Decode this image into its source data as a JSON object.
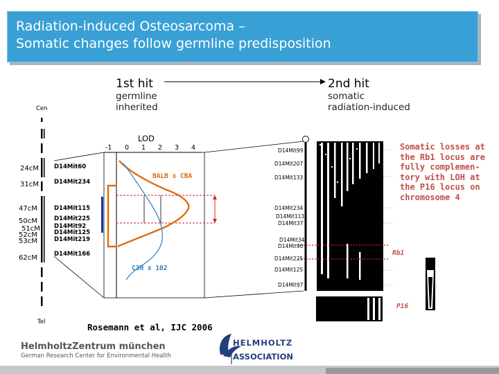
{
  "title": {
    "line1": "Radiation-induced Osteosarcoma –",
    "line2": "Somatic changes follow germline predisposition"
  },
  "first_hit": {
    "heading": "1st hit",
    "line1": "germline",
    "line2": "inherited"
  },
  "second_hit": {
    "heading": "2nd hit",
    "line1": "somatic",
    "line2": "radiation-induced"
  },
  "chromosome": {
    "top_label": "Cen",
    "bottom_label": "Tel"
  },
  "positions_cm": [
    "24cM",
    "31cM",
    "47cM",
    "50cM",
    "51cM",
    "52cM",
    "53cM",
    "62cM"
  ],
  "markers_left": [
    "D14Mit60",
    "D14Mit234",
    "D14Mit115",
    "D14Mit225",
    "D14Mit92",
    "D14Mit125",
    "D14Mit219",
    "D14Mit166"
  ],
  "lod": {
    "title": "LOD",
    "ticks": [
      "-1",
      "0",
      "1",
      "2",
      "3",
      "4"
    ],
    "balb_label": "BALB x CBA",
    "c3h_label": "C3H x 102"
  },
  "markers_right": [
    "D14Mit99",
    "D14Mit207",
    "D14Mit133",
    "D14Mit234",
    "D14Mit113",
    "D14Mit37",
    "D14Mit34",
    "D14Mit90",
    "D14Mit225",
    "D14Mit125",
    "D14Mit97"
  ],
  "loci": {
    "rb1": "Rb1",
    "p16": "P16"
  },
  "note": {
    "line1": "Somatic losses at",
    "line2": "the Rb1 locus are",
    "line3": "fully complemen-",
    "line4": "tory with LOH at",
    "line5": "the P16 locus on",
    "line6": "chromosome 4"
  },
  "citation": "Rosemann et al, IJC 2006",
  "footer": {
    "hz_name": "HelmholtzZentrum münchen",
    "hz_sub": "German Research Center for Environmental Health",
    "ha_line1": "HELMHOLTZ",
    "ha_line2": "ASSOCIATION"
  },
  "colors": {
    "title_bg": "#39a0d6",
    "orange": "#e36c09",
    "blue": "#2f7fc1",
    "red": "#d42020",
    "note": "#c0504d",
    "navy": "#23407a"
  }
}
